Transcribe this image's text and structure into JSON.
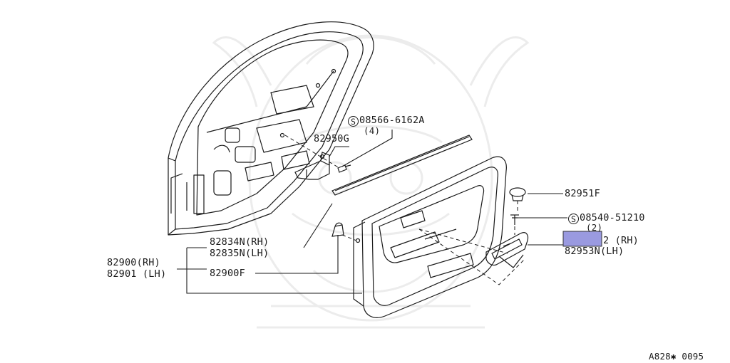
{
  "diagram": {
    "highlight_color": "#9a9ae0",
    "line_color": "#1a1a1a",
    "watermark_color": "#ececec",
    "ref_code": "A828✱ 0095"
  },
  "labels": {
    "screw_top": {
      "prefix": "S",
      "part": "08566-6162A",
      "qty": "(4)"
    },
    "bracket": {
      "part": "82950G"
    },
    "clip": {
      "part": "82951F"
    },
    "screw_mid": {
      "prefix": "S",
      "part": "08540-51210",
      "qty": "(2)"
    },
    "switch_rh": {
      "suffix": "2  (RH)"
    },
    "switch_lh": {
      "part": "82953N(LH)"
    },
    "seal_rh": {
      "part": "82834N(RH)"
    },
    "seal_lh": {
      "part": "82835N(LH)"
    },
    "trim_rh": {
      "part": "82900(RH)"
    },
    "trim_lh": {
      "part": "82901 (LH)"
    },
    "fastener": {
      "part": "82900F"
    }
  }
}
